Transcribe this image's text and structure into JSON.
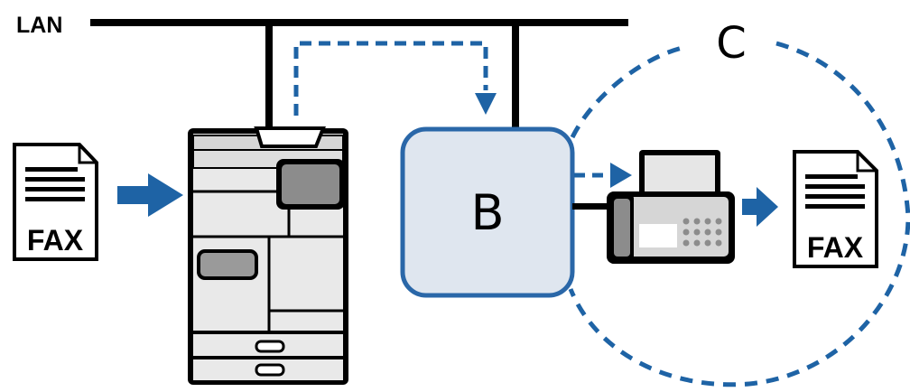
{
  "network_label": "LAN",
  "server_label": "B",
  "zone_label": "C",
  "fax_doc_left": {
    "label": "FAX"
  },
  "fax_doc_right": {
    "label": "FAX"
  },
  "colors": {
    "line": "#000000",
    "accent_blue": "#1e63a5",
    "server_fill": "#dfe6ef",
    "server_stroke": "#2a67a8",
    "device_light": "#e9e9e9",
    "device_mid": "#bdbdbd",
    "device_dark": "#8c8c8c"
  }
}
